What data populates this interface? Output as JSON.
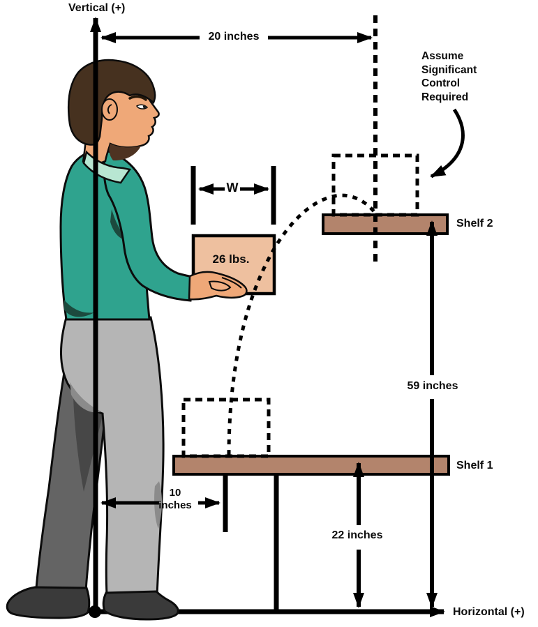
{
  "axes": {
    "vertical": "Vertical (+)",
    "horizontal": "Horizontal (+)"
  },
  "dimensions": {
    "top_offset": "20 inches",
    "box_width": "W",
    "shelf2_height": "59 inches",
    "shelf1_height": "22 inches",
    "front_offset": "10 inches"
  },
  "labels": {
    "load": "26 lbs.",
    "shelf1": "Shelf 1",
    "shelf2": "Shelf 2",
    "control_note": "Assume Significant Control Required"
  },
  "colors": {
    "outline": "#000000",
    "shelf": "#b3846c",
    "load_box": "#eec09f",
    "sweater": "#2fa38e",
    "sweater_shadow": "#1c4a3e",
    "collar": "#b8e6d2",
    "skin": "#efa878",
    "hair": "#46311f",
    "pants_front": "#b5b5b5",
    "pants_front_shadow": "#8b8b8b",
    "pants_back": "#646464",
    "pants_back_shadow": "#474747",
    "shoes": "#3a3a3a"
  }
}
